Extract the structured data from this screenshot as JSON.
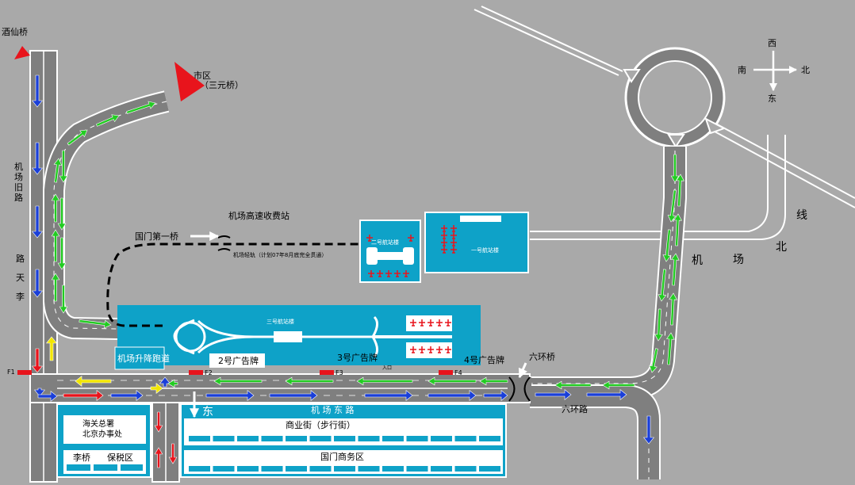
{
  "places": {
    "jiuxianqiao": "酒仙桥",
    "shiqu": "市区",
    "sanyuanqiao": "（三元桥）",
    "toll_station": "机场高速收费站",
    "guomen_bridge": "国门第一桥",
    "airport_rail": "机场轻轨（计划07年8月底完全贯通）",
    "terminal2": "二号航站楼",
    "terminal1": "一号航站楼",
    "terminal3": "三号航站楼",
    "runway_road": "机场升降跑道",
    "ad2": "2号广告牌",
    "ad3": "3号广告牌",
    "ad4": "4号广告牌",
    "liuhuan_bridge": "六环桥",
    "liuhuan_road": "六环路",
    "east_road": "机 场 东 路",
    "dong": "东",
    "customs_line1": "海关总署",
    "customs_line2": "北京办事处",
    "liqiao": "李桥",
    "bonded": "保税区",
    "commercial_street": "商业街（步行街）",
    "guomen_business": "国门商务区",
    "old_road_chars": [
      "机",
      "场",
      "旧",
      "路"
    ],
    "litian_chars": [
      "李",
      "天",
      "路"
    ],
    "north_line_chars": [
      "线",
      "北",
      "场",
      "机"
    ],
    "gate": "入口"
  },
  "markers": {
    "f1": "F1",
    "f2": "F2",
    "f3": "F3",
    "f4": "F4"
  },
  "compass": {
    "north": "北",
    "south": "南",
    "west": "西",
    "east": "东"
  },
  "colors": {
    "background": "#a9a9a9",
    "road": "#7f7f7f",
    "terminal_fill": "#0ea2c8",
    "marker": "#e8141c",
    "green_arrow": "#22cc22",
    "blue_arrow": "#1a3fd8",
    "red_arrow": "#e8141c",
    "yellow_arrow": "#f2e600"
  },
  "icons": [
    "compass-icon",
    "airplane-icon",
    "direction-pointer-icon",
    "road-arrow-icon"
  ]
}
